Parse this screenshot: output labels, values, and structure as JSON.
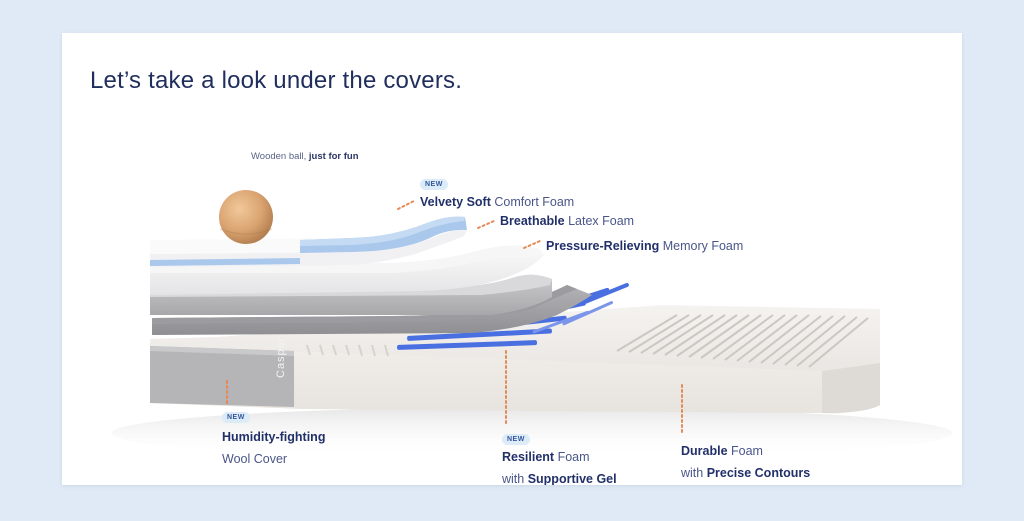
{
  "headline": "Let’s take a look under the covers.",
  "brand": "Casper",
  "badge_new": "NEW",
  "labels": {
    "wooden_ball": {
      "light": "Wooden ball, ",
      "bold": "just for fun"
    },
    "velvety": {
      "bold": "Velvety Soft",
      "light": " Comfort Foam"
    },
    "latex": {
      "bold": "Breathable",
      "light": " Latex Foam"
    },
    "memory": {
      "bold": "Pressure-Relieving",
      "light": " Memory Foam"
    },
    "humidity": {
      "line1": "Humidity-fighting",
      "line2": "Wool Cover"
    },
    "resilient": {
      "bold1": "Resilient",
      "light1": " Foam",
      "light2": "with ",
      "bold2": "Supportive Gel"
    },
    "durable": {
      "bold1": "Durable",
      "light1": " Foam",
      "light2": "with ",
      "bold2": "Precise Contours"
    }
  },
  "colors": {
    "page_bg": "#dfeaf6",
    "headline": "#1f2e5c",
    "accent_orange": "#e58a56",
    "gel_blue": "#4a6fe0",
    "foam_blue": "#a9c8ec"
  }
}
